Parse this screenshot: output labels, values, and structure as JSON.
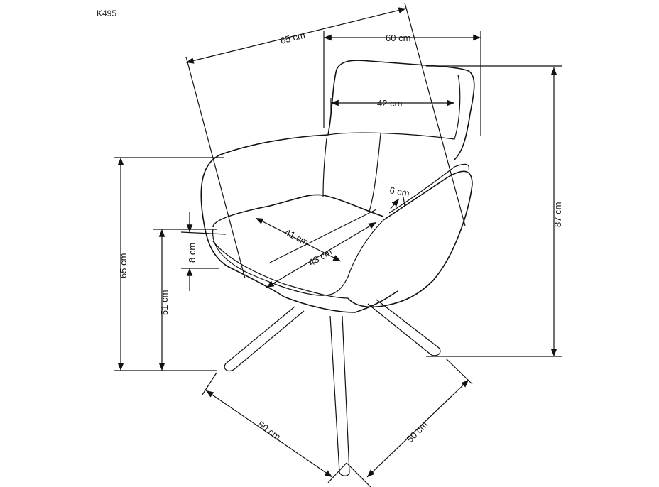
{
  "product_code": "K495",
  "dimensions": {
    "overall_diagonal_width": "65 cm",
    "overall_width": "60 cm",
    "backrest_width": "42 cm",
    "total_height": "87 cm",
    "armrest_height": "65 cm",
    "seat_height": "51 cm",
    "seat_cushion_thickness": "8 cm",
    "seat_depth": "41 cm",
    "seat_width": "43 cm",
    "armrest_width": "6 cm",
    "base_left": "50 cm",
    "base_right": "50 cm"
  }
}
